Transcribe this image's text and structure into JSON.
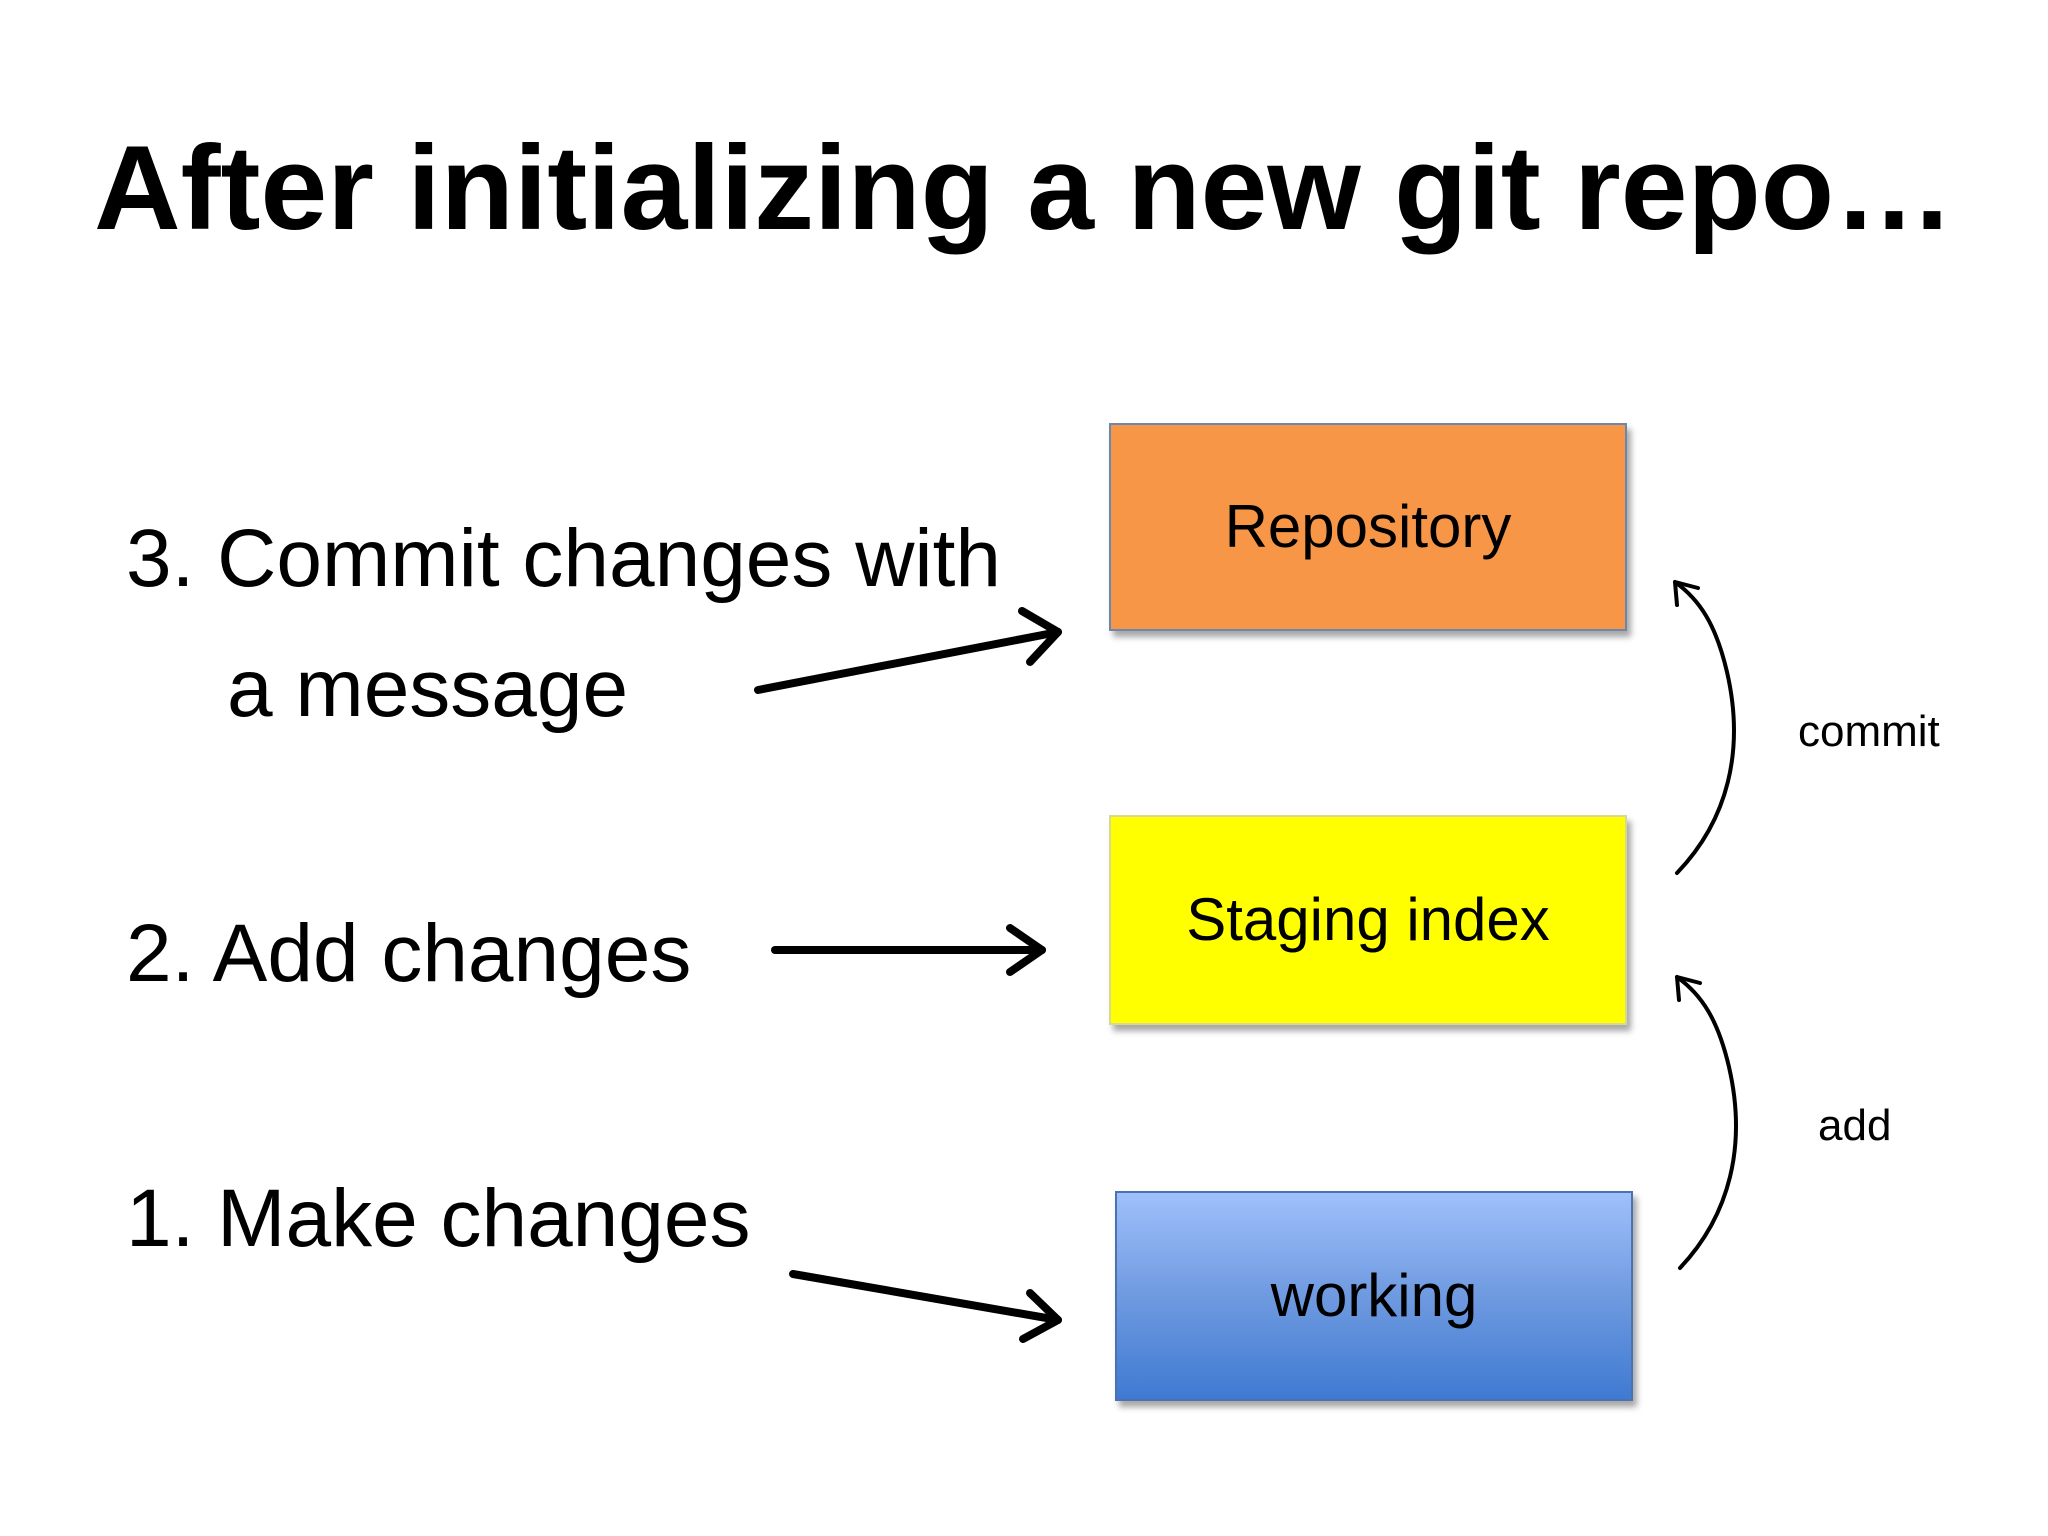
{
  "slide": {
    "title": "After initializing a new git repo…"
  },
  "steps": {
    "step3_line1": "3. Commit changes with",
    "step3_line2": "a message",
    "step2": "2. Add changes",
    "step1": "1. Make changes"
  },
  "boxes": {
    "repository": "Repository",
    "staging": "Staging index",
    "working": "working"
  },
  "transitions": {
    "commit": "commit",
    "add": "add"
  },
  "colors": {
    "repository_fill": "#f79646",
    "staging_fill": "#ffff00",
    "working_fill": "#5b8fe0",
    "arrow": "#000000"
  }
}
